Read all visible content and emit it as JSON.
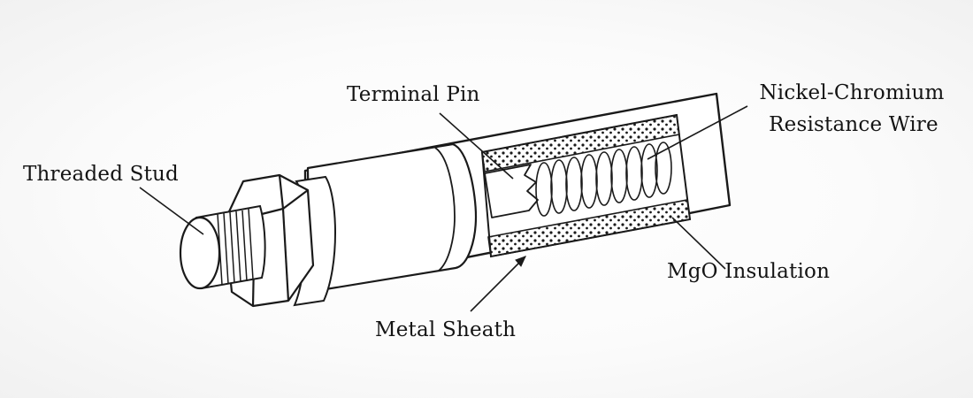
{
  "diagram": {
    "labels": {
      "terminal_pin": "Terminal Pin",
      "nickel_chromium_line1": "Nickel-Chromium",
      "nickel_chromium_line2": "Resistance Wire",
      "threaded_stud": "Threaded Stud",
      "mgo_insulation": "MgO Insulation",
      "metal_sheath": "Metal Sheath"
    },
    "colors": {
      "ink": "#1a1a1a",
      "fill": "#ffffff",
      "background": "#f7f7f7"
    }
  }
}
